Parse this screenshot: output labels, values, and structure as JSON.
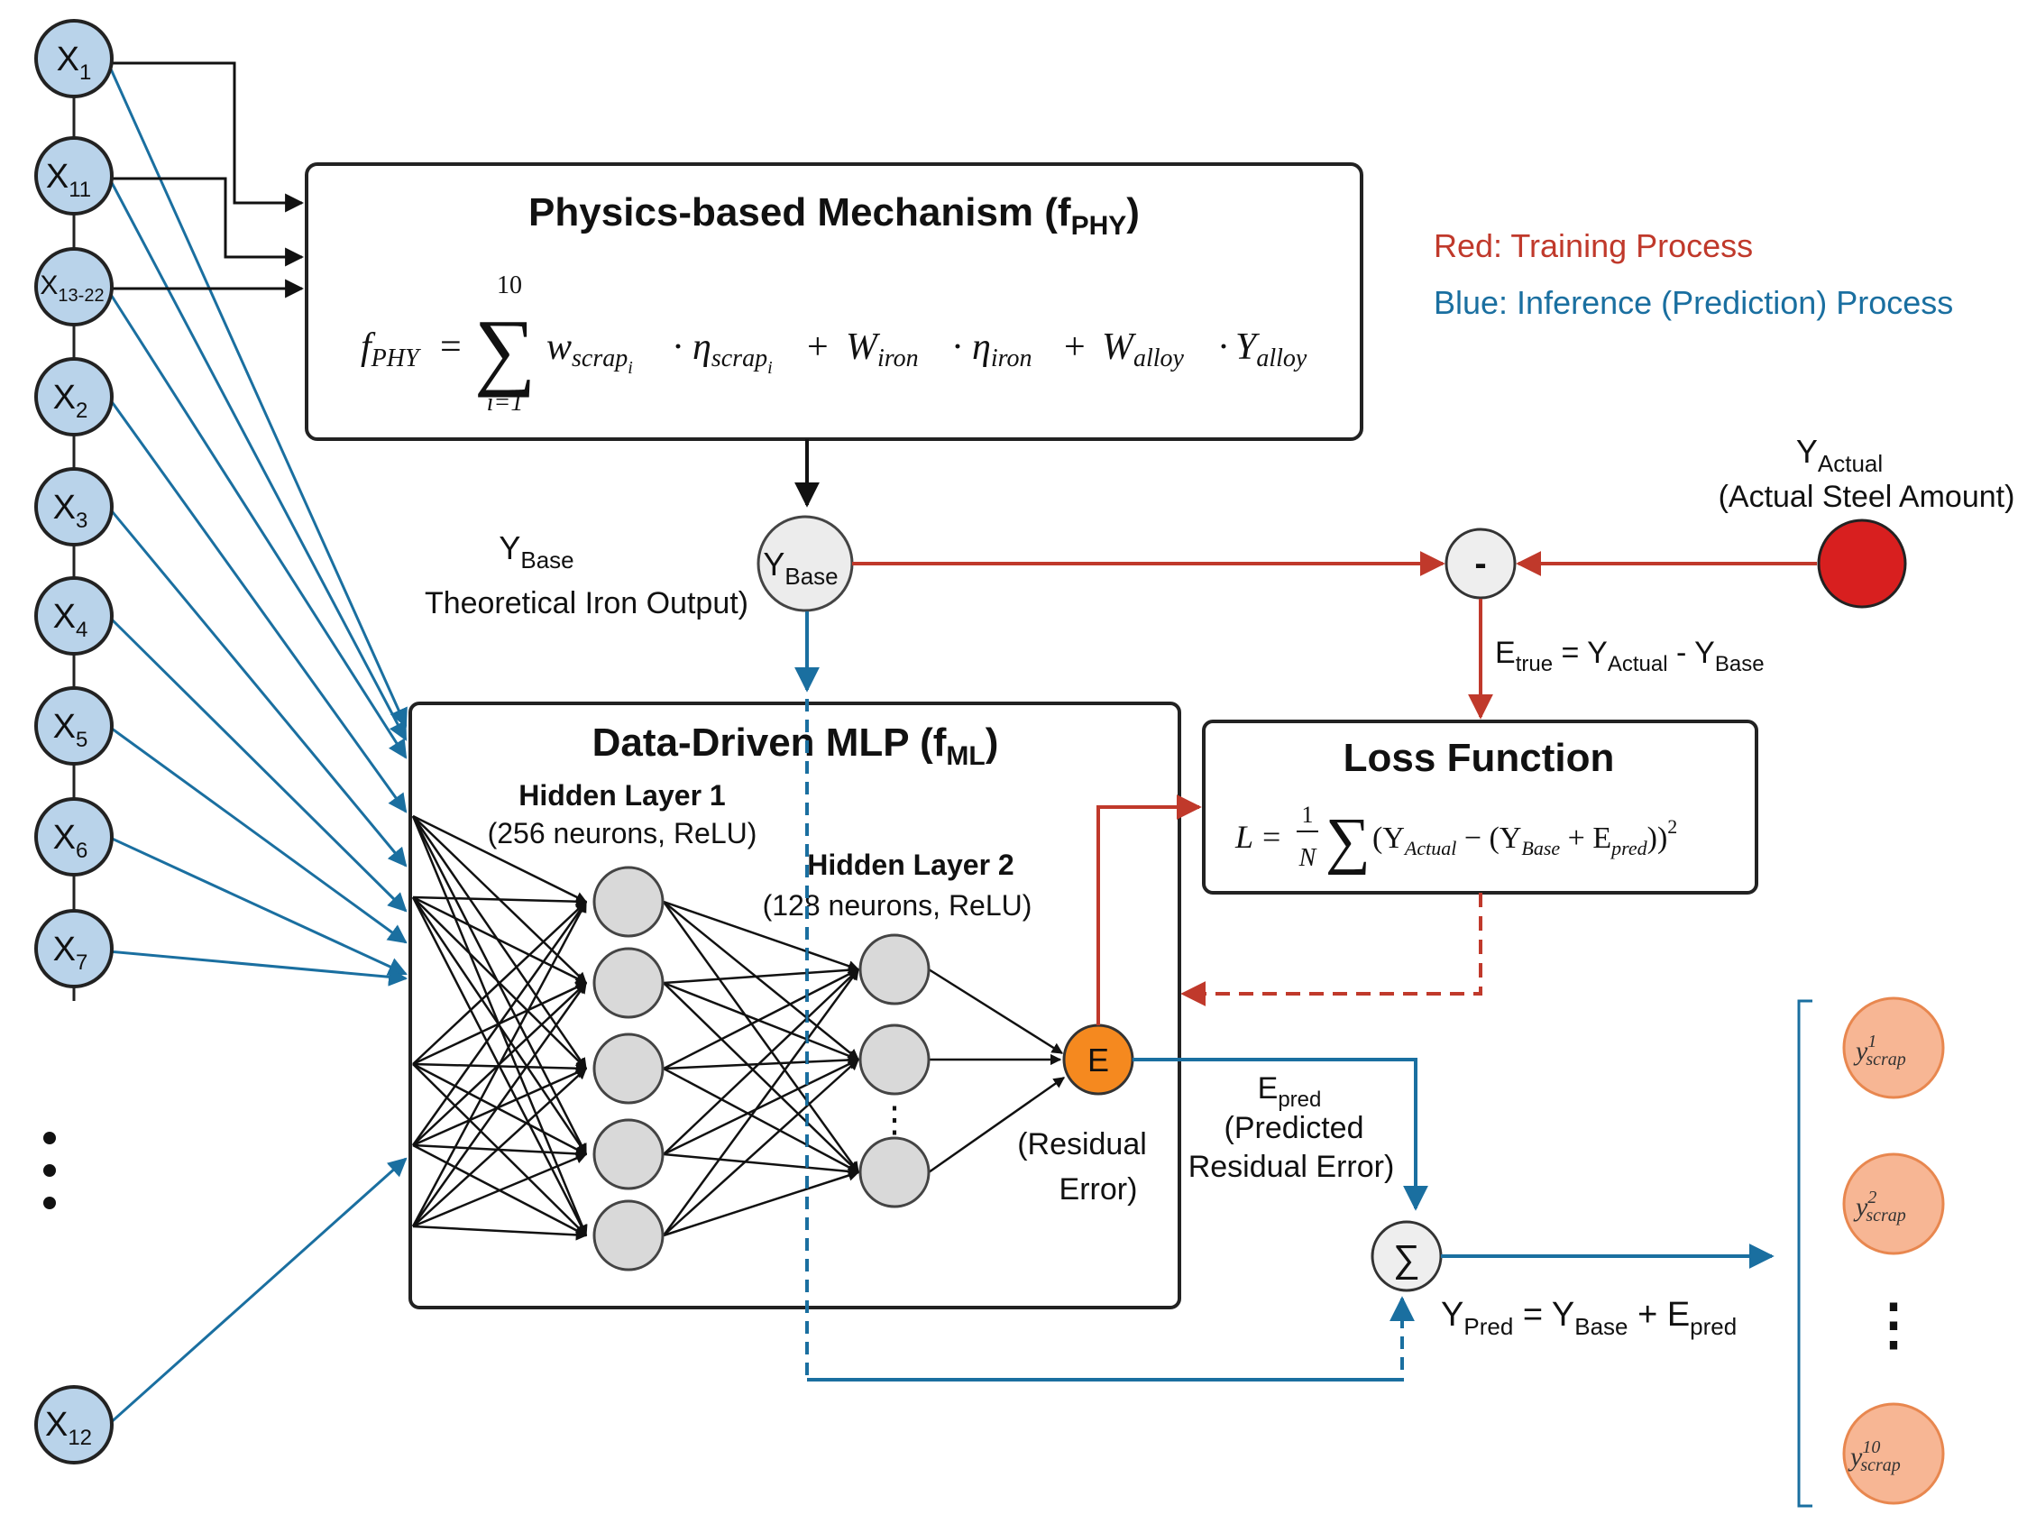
{
  "inputs": {
    "x1": {
      "base": "X",
      "sub": "1"
    },
    "x11": {
      "base": "X",
      "sub": "11"
    },
    "x13": {
      "base": "X",
      "sub": "13-22"
    },
    "x2": {
      "base": "X",
      "sub": "2"
    },
    "x3": {
      "base": "X",
      "sub": "3"
    },
    "x4": {
      "base": "X",
      "sub": "4"
    },
    "x5": {
      "base": "X",
      "sub": "5"
    },
    "x6": {
      "base": "X",
      "sub": "6"
    },
    "x7": {
      "base": "X",
      "sub": "7"
    },
    "x12": {
      "base": "X",
      "sub": "12"
    }
  },
  "physics": {
    "title": "Physics-based Mechanism (f",
    "title_sub": "PHY",
    "title_close": ")",
    "formula": {
      "lhs": "f",
      "lhs_sub": "PHY",
      "eq": "=",
      "sum_top": "10",
      "sum_bottom": "i=1",
      "sigma": "∑",
      "w": "w",
      "w_sub": "scrap",
      "w_subsub": "i",
      "dot": "·",
      "eta": "η",
      "eta_sub": "scrap",
      "eta_subsub": "i",
      "plus": "+",
      "W1": "W",
      "W1_sub": "iron",
      "eta2": "η",
      "eta2_sub": "iron",
      "W2": "W",
      "W2_sub": "alloy",
      "Y": "Y",
      "Y_sub": "alloy"
    }
  },
  "legend": {
    "red": "Red: Training Process",
    "blue": "Blue: Inference (Prediction) Process",
    "red_color": "#c0392b",
    "blue_color": "#1a6fa0"
  },
  "ybase": {
    "node_base": "Y",
    "node_sub": "Base",
    "label_base": "Y",
    "label_sub": "Base",
    "label_text": "Theoretical Iron Output)"
  },
  "yactual": {
    "label_base": "Y",
    "label_sub": "Actual",
    "label_text": "(Actual Steel Amount)"
  },
  "minus": "-",
  "etrue": {
    "e": "E",
    "e_sub": "true",
    "eq": " = Y",
    "a_sub": "Actual",
    "minus": " - Y",
    "b_sub": "Base"
  },
  "mlp": {
    "title": "Data-Driven MLP (f",
    "title_sub": "ML",
    "title_close": ")",
    "h1_title": "Hidden Layer 1",
    "h1_desc": "(256 neurons, ReLU)",
    "h2_title": "Hidden Layer 2",
    "h2_desc": "(128 neurons, ReLU)",
    "e_node": "E",
    "residual_1": "(Residual",
    "residual_2": "Error)",
    "h2_dots": "⋮"
  },
  "loss": {
    "title": "Loss Function",
    "L": "L",
    "eq": "=",
    "frac_num": "1",
    "frac_den": "N",
    "sigma": "∑",
    "open": "(Y",
    "a_sub": "Actual",
    "minus": " − (Y",
    "b_sub": "Base",
    "plus": " + E",
    "p_sub": "pred",
    "close": "))",
    "sq": "2"
  },
  "epred": {
    "e": "E",
    "e_sub": "pred",
    "line1": "(Predicted",
    "line2": "Residual Error)"
  },
  "sum_node": "∑",
  "ypred": {
    "y": "Y",
    "y_sub": "Pred",
    "eq": " = Y",
    "b_sub": "Base",
    "plus": " + E",
    "p_sub": "pred"
  },
  "outputs": [
    {
      "base": "y",
      "sup": "1",
      "sub": "scrap"
    },
    {
      "base": "y",
      "sup": "2",
      "sub": "scrap"
    },
    {
      "base": "y",
      "sup": "10",
      "sub": "scrap"
    }
  ],
  "ellipsis_v": "⋮"
}
